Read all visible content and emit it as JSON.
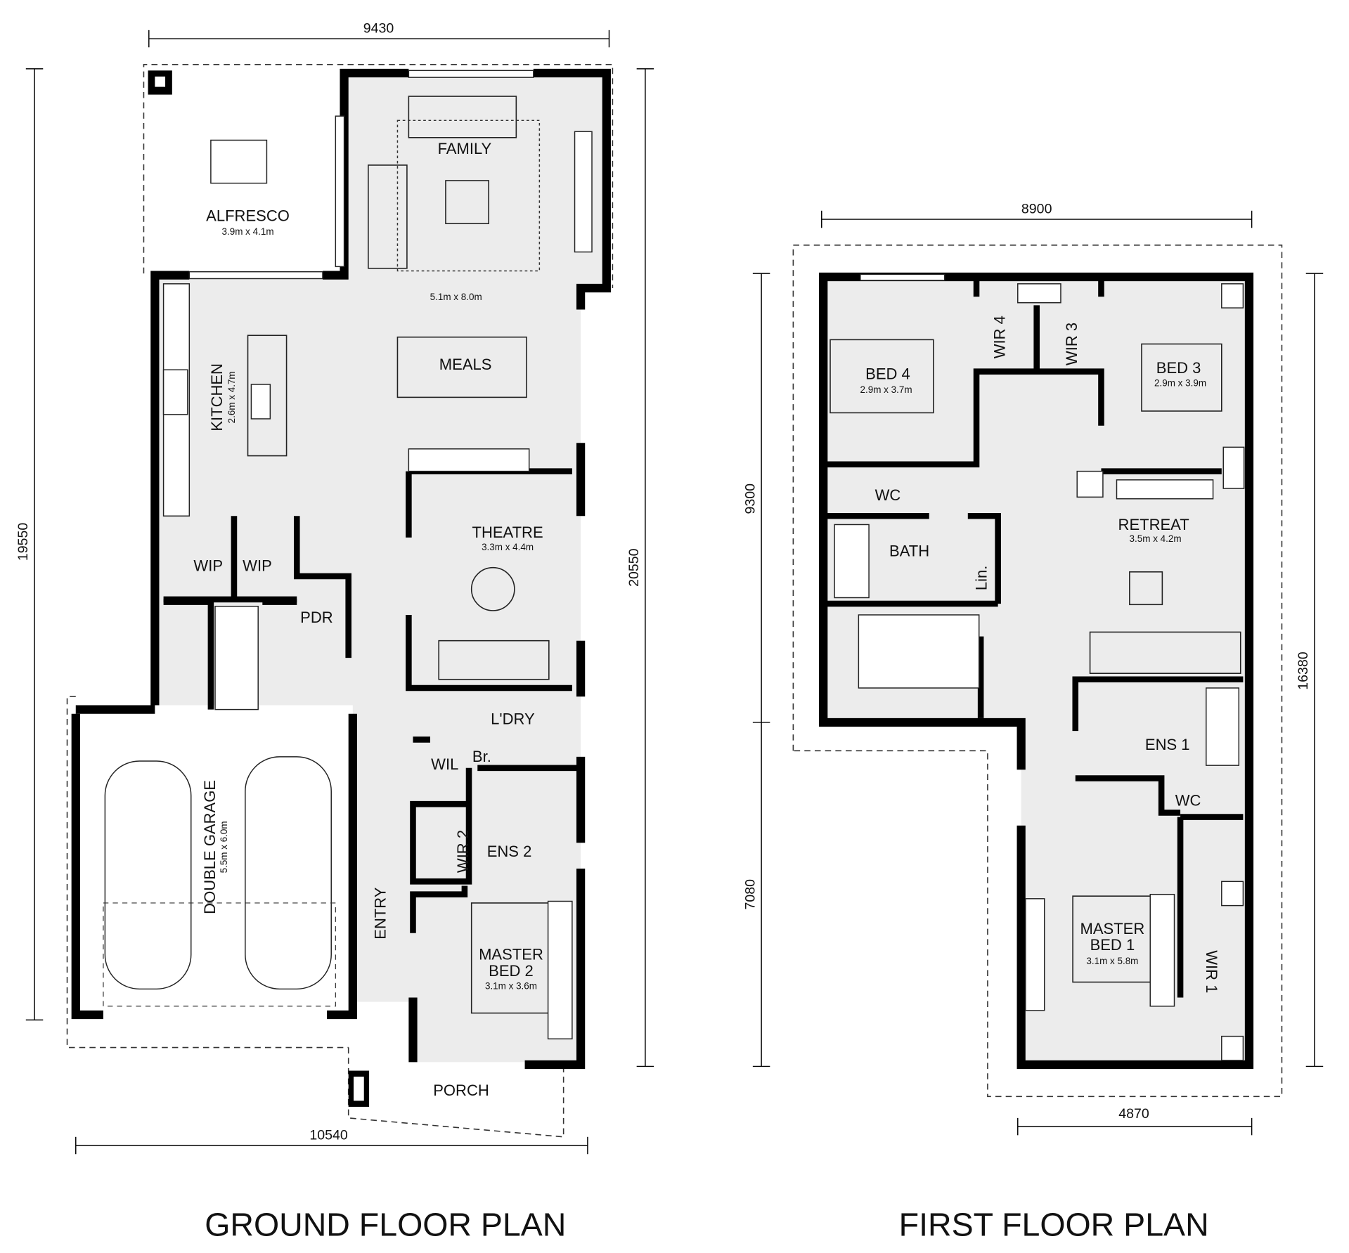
{
  "ground_floor": {
    "title": "GROUND FLOOR PLAN",
    "dimensions": {
      "top": "9430",
      "left": "19550",
      "right": "20550",
      "bottom": "10540"
    },
    "rooms": {
      "alfresco": {
        "name": "ALFRESCO",
        "size": "3.9m x 4.1m"
      },
      "family": {
        "name": "FAMILY",
        "size": "5.1m x 8.0m"
      },
      "meals": {
        "name": "MEALS"
      },
      "kitchen": {
        "name": "KITCHEN",
        "size": "2.6m x 4.7m"
      },
      "theatre": {
        "name": "THEATRE",
        "size": "3.3m x 4.4m"
      },
      "wip1": {
        "name": "WIP"
      },
      "wip2": {
        "name": "WIP"
      },
      "pdr": {
        "name": "PDR"
      },
      "laundry": {
        "name": "L'DRY"
      },
      "wil": {
        "name": "WIL"
      },
      "broom": {
        "name": "Br."
      },
      "ens2": {
        "name": "ENS 2"
      },
      "wir2": {
        "name": "WIR 2"
      },
      "garage": {
        "name": "DOUBLE GARAGE",
        "size": "5.5m x 6.0m"
      },
      "entry": {
        "name": "ENTRY"
      },
      "master2": {
        "name": "MASTER",
        "name2": "BED 2",
        "size": "3.1m x 3.6m"
      },
      "porch": {
        "name": "PORCH"
      }
    }
  },
  "first_floor": {
    "title": "FIRST FLOOR PLAN",
    "dimensions": {
      "top": "8900",
      "left_upper": "9300",
      "left_lower": "7080",
      "right": "16380",
      "bottom": "4870"
    },
    "rooms": {
      "bed4": {
        "name": "BED 4",
        "size": "2.9m x 3.7m"
      },
      "wir4": {
        "name": "WIR 4"
      },
      "wir3": {
        "name": "WIR 3"
      },
      "bed3": {
        "name": "BED 3",
        "size": "2.9m x 3.9m"
      },
      "wc": {
        "name": "WC"
      },
      "bath": {
        "name": "BATH"
      },
      "linen": {
        "name": "Lin."
      },
      "retreat": {
        "name": "RETREAT",
        "size": "3.5m x 4.2m"
      },
      "ens1": {
        "name": "ENS 1"
      },
      "wc2": {
        "name": "WC"
      },
      "master1": {
        "name": "MASTER",
        "name2": "BED 1",
        "size": "3.1m x 5.8m"
      },
      "wir1": {
        "name": "WIR 1"
      }
    }
  }
}
